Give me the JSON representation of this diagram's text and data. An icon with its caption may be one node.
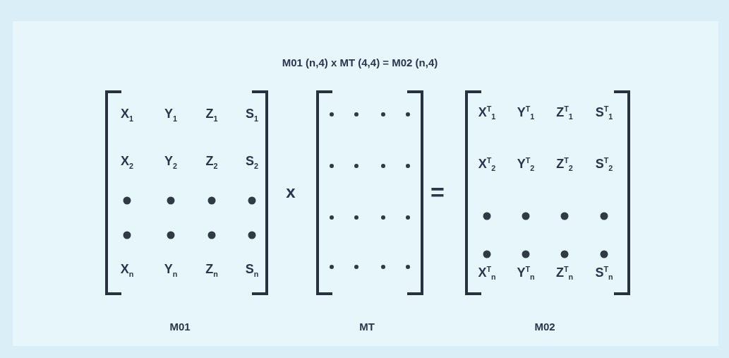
{
  "diagram": {
    "title": "M01 (n,4) x MT (4,4) = M02 (n,4)",
    "labels": [
      "X$_{1}$",
      "Y$_{1}$",
      "Z$_{1}$",
      "S$_{1}$",
      "X$_{2}$",
      "Y$_{2}$",
      "Z$_{2}$",
      "S$_{2}$",
      "X$_{n}$",
      "Y$_{n}$",
      "Z$_{n}$",
      "S$_{n}$",
      "x",
      "=",
      "X$^{T}$$_{1}$",
      "Y$^{T}$$_{1}$",
      "Z$^{T}$$_{1}$",
      "S$^{T}$$_{1}$",
      "X$^{T}$$_{2}$",
      "Y$^{T}$$_{2}$",
      "Z$^{T}$$_{2}$",
      "S$^{T}$$_{2}$",
      "X$^{T}$$_{n}$",
      "Y$^{T}$$_{n}$",
      "Z$^{T}$$_{n}$",
      "S$^{T}$$_{n}$",
      "M01",
      "MT",
      "M02"
    ]
  }
}
